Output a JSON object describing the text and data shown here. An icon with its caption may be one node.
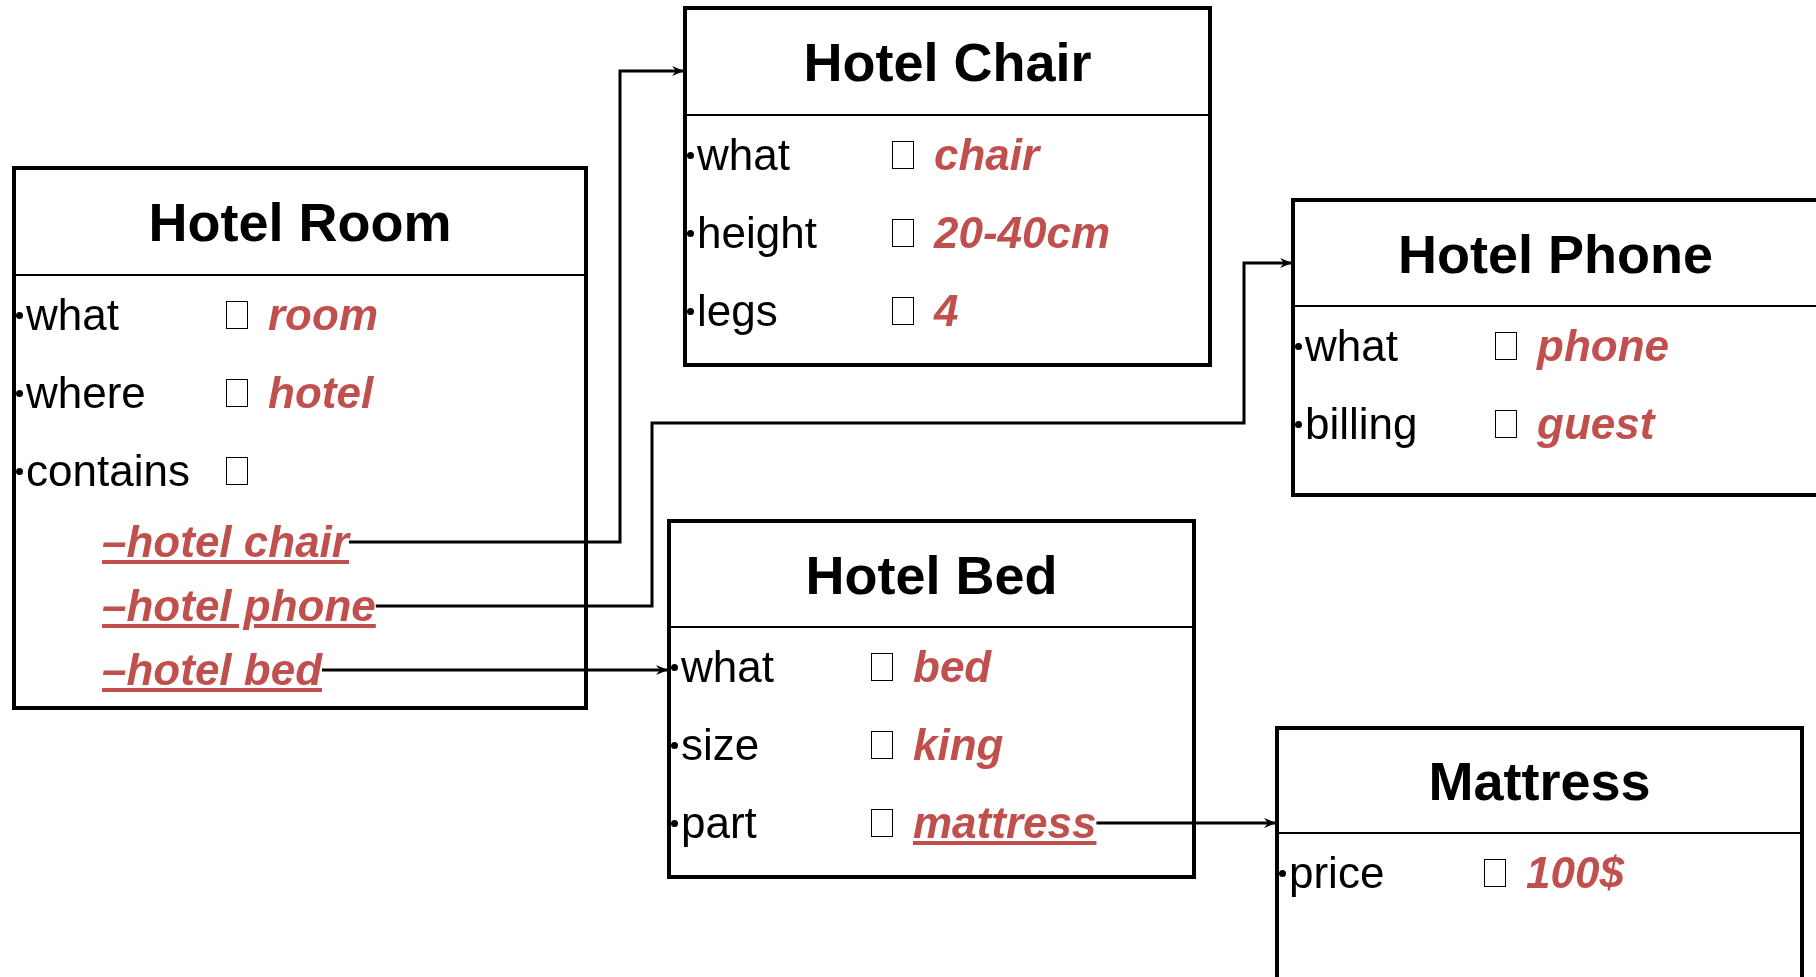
{
  "diagram": {
    "nodes": [
      {
        "text": [
          "Hotel Room",
          "what",
          "room",
          "where",
          "hotel",
          "contains"
        ]
      },
      {
        "text": [
          "–hotel chair"
        ],
        "in": 0
      },
      {
        "text": [
          "–hotel phone"
        ],
        "in": 0
      },
      {
        "text": [
          "–hotel bed"
        ],
        "in": 0
      },
      {
        "text": [
          "Hotel Chair",
          "what",
          "chair",
          "height",
          "20-40cm",
          "legs",
          "4"
        ]
      },
      {
        "text": [
          "Hotel Phone",
          "what",
          "phone",
          "billing",
          "guest"
        ]
      },
      {
        "text": [
          "Hotel Bed",
          "what",
          "bed",
          "size",
          "king",
          "part"
        ]
      },
      {
        "text": [
          "mattress"
        ],
        "in": 6
      },
      {
        "text": [
          "Mattress",
          "price",
          "100$"
        ]
      }
    ],
    "edges": [
      {
        "from": 1,
        "to": 4,
        "arrow": "to"
      },
      {
        "from": 2,
        "to": 5,
        "arrow": "to"
      },
      {
        "from": 3,
        "to": 6,
        "arrow": "to"
      },
      {
        "from": 7,
        "to": 8,
        "arrow": "to"
      }
    ]
  }
}
